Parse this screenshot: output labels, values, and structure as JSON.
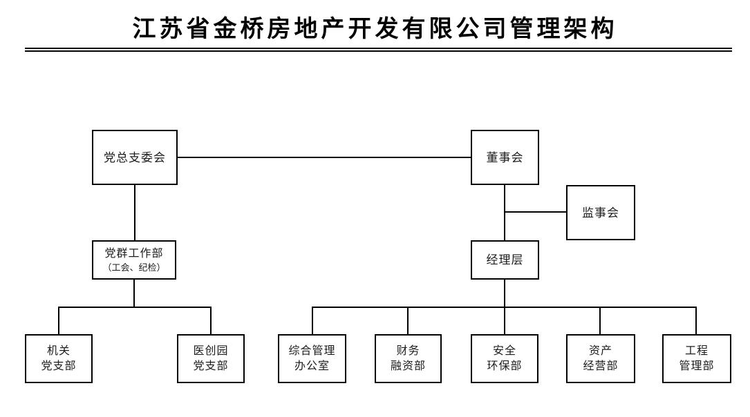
{
  "page": {
    "title": "江苏省金桥房地产开发有限公司管理架构"
  },
  "colors": {
    "line": "#000000",
    "text": "#1c1c1c",
    "background": "#ffffff"
  },
  "chart_data": {
    "type": "org-chart",
    "title": "江苏省金桥房地产开发有限公司管理架构",
    "nodes": {
      "party_committee": {
        "label": "党总支委会"
      },
      "board_of_directors": {
        "label": "董事会"
      },
      "supervisory_board": {
        "label": "监事会"
      },
      "party_mass_work_dept": {
        "label": "党群工作部",
        "sublabel": "（工会、纪检）"
      },
      "management_team": {
        "label": "经理层"
      },
      "org_party_branch": {
        "label": "机关\n党支部"
      },
      "yichuangyuan_party_branch": {
        "label": "医创园\n党支部"
      },
      "general_admin_office": {
        "label": "综合管理\n办公室"
      },
      "finance_dept": {
        "label": "财务\n融资部"
      },
      "safety_env_dept": {
        "label": "安全\n环保部"
      },
      "asset_mgmt_dept": {
        "label": "资产\n经营部"
      },
      "engineering_dept": {
        "label": "工程\n管理部"
      }
    },
    "edges": [
      {
        "from": "party_committee",
        "to": "board_of_directors",
        "type": "lateral"
      },
      {
        "from": "party_committee",
        "to": "party_mass_work_dept",
        "type": "reports"
      },
      {
        "from": "party_mass_work_dept",
        "to": "org_party_branch",
        "type": "reports"
      },
      {
        "from": "party_mass_work_dept",
        "to": "yichuangyuan_party_branch",
        "type": "reports"
      },
      {
        "from": "board_of_directors",
        "to": "supervisory_board",
        "type": "lateral"
      },
      {
        "from": "board_of_directors",
        "to": "management_team",
        "type": "reports"
      },
      {
        "from": "management_team",
        "to": "general_admin_office",
        "type": "reports"
      },
      {
        "from": "management_team",
        "to": "finance_dept",
        "type": "reports"
      },
      {
        "from": "management_team",
        "to": "safety_env_dept",
        "type": "reports"
      },
      {
        "from": "management_team",
        "to": "asset_mgmt_dept",
        "type": "reports"
      },
      {
        "from": "management_team",
        "to": "engineering_dept",
        "type": "reports"
      }
    ]
  }
}
